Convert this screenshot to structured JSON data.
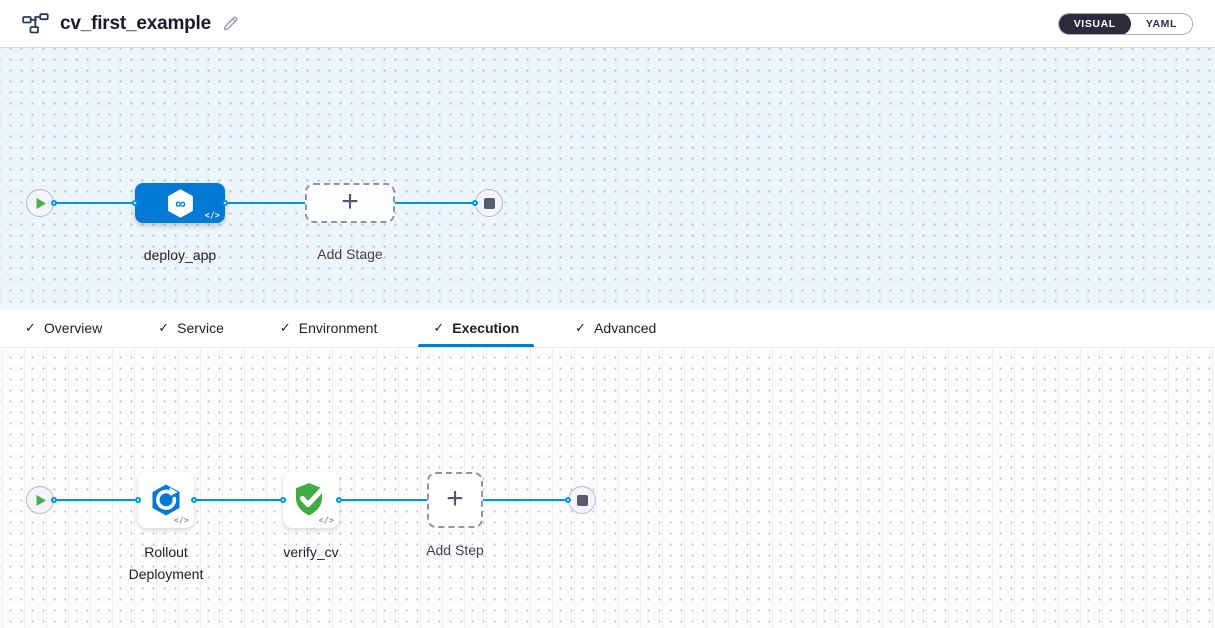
{
  "header": {
    "title": "cv_first_example",
    "mode_toggle": {
      "visual_label": "VISUAL",
      "yaml_label": "YAML",
      "selected": "VISUAL"
    }
  },
  "glyphs": {
    "check": "✓",
    "plus": "+",
    "code": "</>",
    "infinity": "∞"
  },
  "stage_canvas": {
    "stage_label": "deploy_app",
    "add_stage_label": "Add Stage"
  },
  "tabs": {
    "active": "Execution",
    "items": [
      {
        "label": "Overview",
        "checked": true
      },
      {
        "label": "Service",
        "checked": true
      },
      {
        "label": "Environment",
        "checked": true
      },
      {
        "label": "Execution",
        "checked": true
      },
      {
        "label": "Advanced",
        "checked": true
      }
    ]
  },
  "execution_canvas": {
    "steps": [
      {
        "label": "Rollout Deployment",
        "icon": "rollout-circular-arrow-hexagon"
      },
      {
        "label": "verify_cv",
        "icon": "shield-check"
      }
    ],
    "add_step_label": "Add Step"
  },
  "colors": {
    "accent_blue": "#0278d5",
    "edge_blue": "#0092e4",
    "stage_node_blue": "#0278d5",
    "play_green": "#4fab50",
    "shield_green": "#42ab45",
    "toggle_dark": "#2b2b3d",
    "canvas_tint": "#eef6fb"
  }
}
